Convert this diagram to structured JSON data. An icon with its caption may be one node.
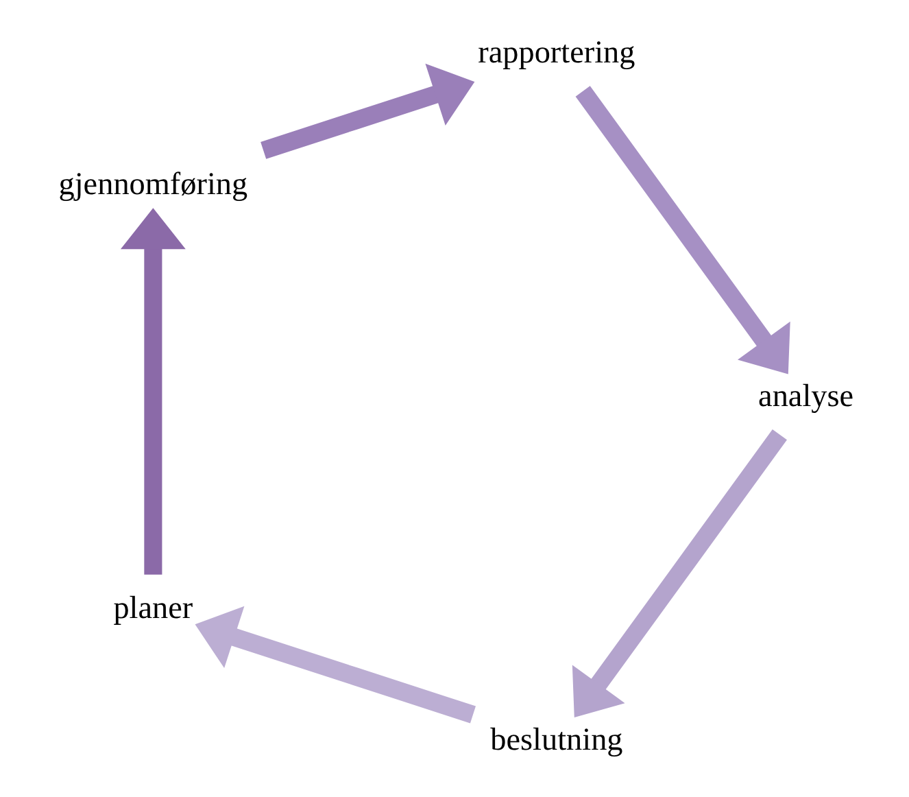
{
  "diagram": {
    "nodes": [
      {
        "text": [
          "beslutning"
        ]
      },
      {
        "text": [
          "planer"
        ]
      },
      {
        "text": [
          "gjennomføring"
        ]
      },
      {
        "text": [
          "rapportering"
        ]
      },
      {
        "text": [
          "analyse"
        ]
      }
    ],
    "edges": [
      {
        "from": 0,
        "to": 1,
        "arrow": "to",
        "color": "#bcaed3"
      },
      {
        "from": 1,
        "to": 2,
        "arrow": "to",
        "color": "#8b6aa8"
      },
      {
        "from": 2,
        "to": 3,
        "arrow": "to",
        "color": "#9a7fb9"
      },
      {
        "from": 3,
        "to": 4,
        "arrow": "to",
        "color": "#a690c4"
      },
      {
        "from": 4,
        "to": 0,
        "arrow": "to",
        "color": "#b4a4cd"
      }
    ]
  }
}
